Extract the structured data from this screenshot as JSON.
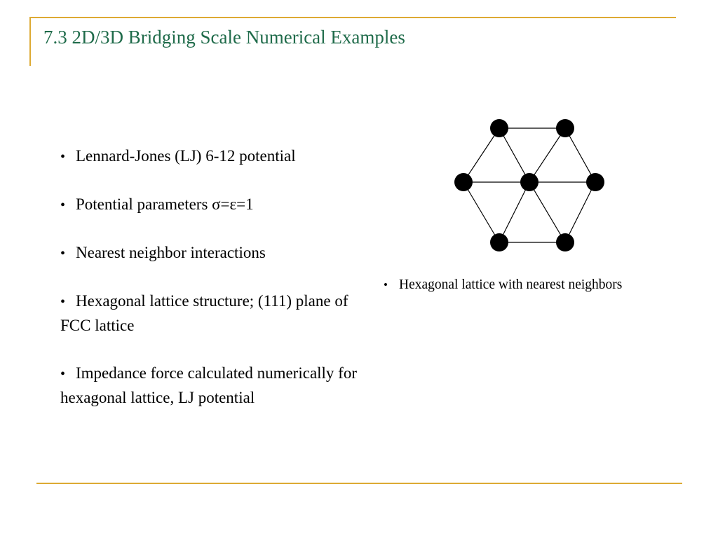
{
  "slide": {
    "title": "7.3 2D/3D Bridging Scale Numerical Examples"
  },
  "bullets": [
    "Lennard-Jones (LJ) 6-12 potential",
    "Potential parameters σ=ε=1",
    "Nearest neighbor interactions",
    "Hexagonal lattice structure; (111) plane of FCC lattice",
    "Impedance force calculated numerically for hexagonal lattice, LJ potential"
  ],
  "figure": {
    "caption": "Hexagonal lattice with nearest neighbors",
    "atom_count": 7,
    "bond_count": 12,
    "atom_color": "#000000",
    "bond_color": "#000000"
  },
  "colors": {
    "title": "#1F6B4A",
    "accent": "#DDAA33"
  }
}
